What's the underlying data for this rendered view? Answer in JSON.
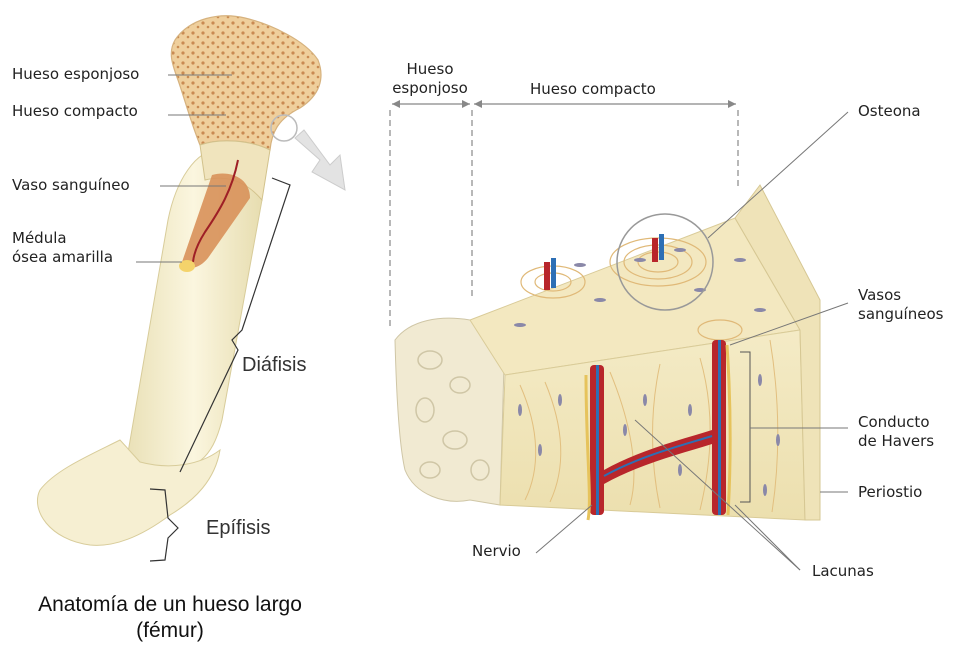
{
  "femur": {
    "labels": {
      "hueso_esponjoso": "Hueso esponjoso",
      "hueso_compacto": "Hueso compacto",
      "vaso_sanguineo": "Vaso sanguíneo",
      "medula": "Médula\nósea amarilla",
      "diafisis": "Diáfisis",
      "epifisis": "Epífisis"
    },
    "caption_line1": "Anatomía de un hueso largo",
    "caption_line2": "(fémur)"
  },
  "section": {
    "labels": {
      "hueso_esponjoso": "Hueso\nesponjoso",
      "hueso_compacto": "Hueso compacto",
      "osteona": "Osteona",
      "vasos_sanguineos": "Vasos\nsanguíneos",
      "conducto_havers": "Conducto\nde Havers",
      "periostio": "Periostio",
      "nervio": "Nervio",
      "lacunas": "Lacunas"
    }
  },
  "colors": {
    "bone_light": "#f3ebc9",
    "bone_mid": "#ece0ae",
    "spongy": "#e8c08a",
    "marrow": "#d58a4e",
    "vessel_red": "#b8262b",
    "vessel_blue": "#2d6fb5",
    "lacuna": "#8a88a8",
    "leader": "#777777"
  }
}
